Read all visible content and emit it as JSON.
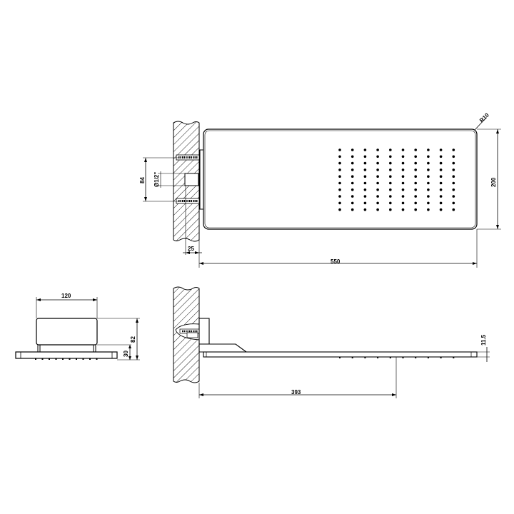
{
  "drawing": {
    "title": "Wall-mounted rectangular shower head technical drawing",
    "views": [
      "top-view",
      "front-view",
      "side-view"
    ],
    "colors": {
      "line": "#000000",
      "background": "#ffffff",
      "hatch": "#000000"
    }
  },
  "top_view": {
    "dimensions": {
      "length": "550",
      "width": "200",
      "radius": "R10",
      "screw_spacing": "84",
      "thread": "Ø1/2\"",
      "wall_offset": "25"
    },
    "nozzle_grid": {
      "columns": 10,
      "rows": 10
    }
  },
  "front_view": {
    "dimensions": {
      "body_width": "120",
      "total_height": "82",
      "head_height": "30"
    },
    "nozzle_count": 10
  },
  "side_view": {
    "dimensions": {
      "projection": "393",
      "plate_thickness": "11.5"
    },
    "nozzle_count": 10
  }
}
